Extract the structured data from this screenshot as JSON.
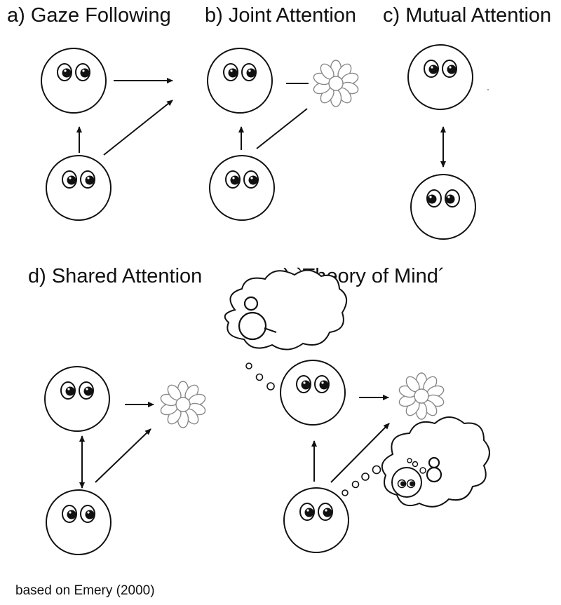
{
  "panels": {
    "a": {
      "title": "a) Gaze Following"
    },
    "b": {
      "title": "b) Joint Attention"
    },
    "c": {
      "title": "c) Mutual Attention"
    },
    "d": {
      "title": "d) Shared Attention"
    },
    "e": {
      "title": "e) `Theory of Mind´"
    }
  },
  "credit": "based on Emery (2000)"
}
